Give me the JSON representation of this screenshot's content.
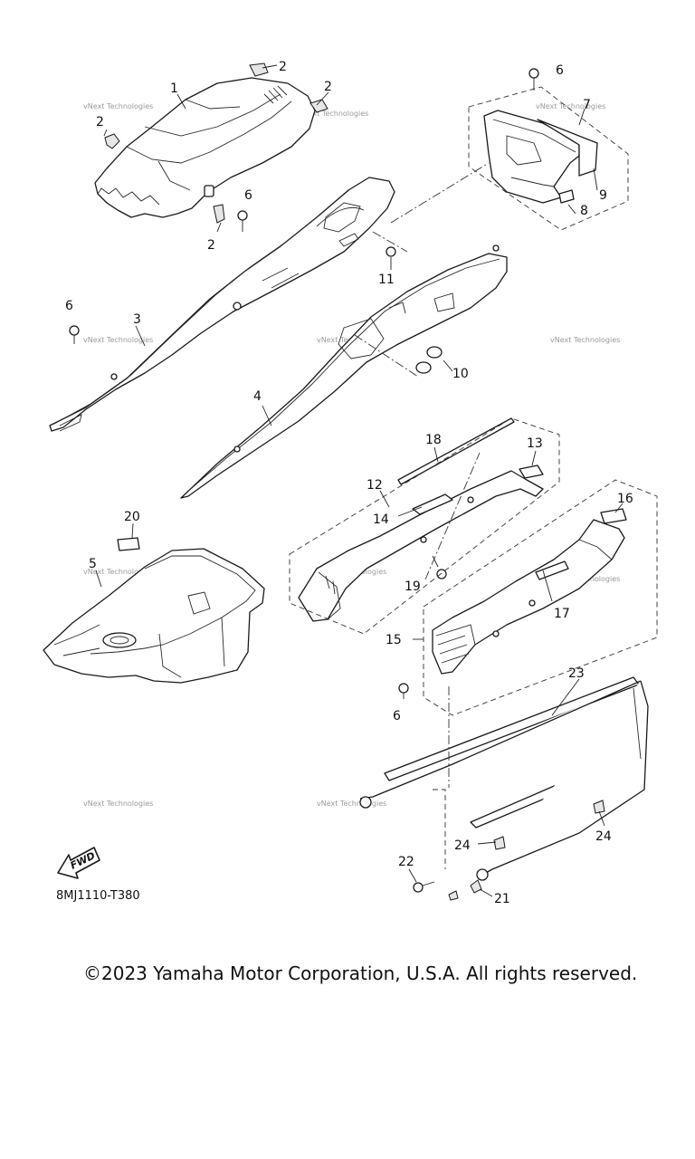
{
  "diagram": {
    "watermark": "vNext Technologies",
    "diagram_code": "8MJ1110-T380",
    "fwd_label": "FWD",
    "copyright": "©2023 Yamaha Motor Corporation, U.S.A. All rights reserved.",
    "callouts": {
      "c1": "1",
      "c2a": "2",
      "c2b": "2",
      "c2c": "2",
      "c2d": "2",
      "c3": "3",
      "c4": "4",
      "c5": "5",
      "c6a": "6",
      "c6b": "6",
      "c6c": "6",
      "c6d": "6",
      "c7": "7",
      "c8": "8",
      "c9": "9",
      "c10": "10",
      "c11": "11",
      "c12": "12",
      "c13": "13",
      "c14": "14",
      "c15": "15",
      "c16": "16",
      "c17": "17",
      "c18": "18",
      "c19": "19",
      "c20": "20",
      "c21": "21",
      "c22": "22",
      "c23": "23",
      "c24a": "24",
      "c24b": "24"
    }
  }
}
